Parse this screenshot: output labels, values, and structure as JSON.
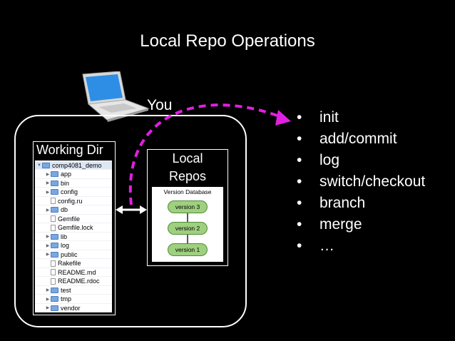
{
  "slide": {
    "title": "Local Repo Operations"
  },
  "user": {
    "label": "You",
    "icon": "laptop-icon"
  },
  "working_dir": {
    "title": "Working Dir",
    "tree": [
      {
        "name": "comp4081_demo",
        "type": "folder",
        "expanded": true,
        "depth": 0,
        "selected": true
      },
      {
        "name": "app",
        "type": "folder",
        "expanded": false,
        "depth": 1
      },
      {
        "name": "bin",
        "type": "folder",
        "expanded": false,
        "depth": 1
      },
      {
        "name": "config",
        "type": "folder",
        "expanded": false,
        "depth": 1
      },
      {
        "name": "config.ru",
        "type": "file",
        "depth": 1
      },
      {
        "name": "db",
        "type": "folder",
        "expanded": false,
        "depth": 1
      },
      {
        "name": "Gemfile",
        "type": "file",
        "depth": 1
      },
      {
        "name": "Gemfile.lock",
        "type": "file",
        "depth": 1
      },
      {
        "name": "lib",
        "type": "folder",
        "expanded": false,
        "depth": 1
      },
      {
        "name": "log",
        "type": "folder",
        "expanded": false,
        "depth": 1
      },
      {
        "name": "public",
        "type": "folder",
        "expanded": false,
        "depth": 1
      },
      {
        "name": "Rakefile",
        "type": "file",
        "depth": 1
      },
      {
        "name": "README.md",
        "type": "file",
        "depth": 1
      },
      {
        "name": "README.rdoc",
        "type": "file",
        "depth": 1
      },
      {
        "name": "test",
        "type": "folder",
        "expanded": false,
        "depth": 1
      },
      {
        "name": "tmp",
        "type": "folder",
        "expanded": false,
        "depth": 1
      },
      {
        "name": "vendor",
        "type": "folder",
        "expanded": false,
        "depth": 1
      }
    ]
  },
  "local_repos": {
    "title_line1": "Local",
    "title_line2": "Repos",
    "db_title": "Version Database",
    "versions": [
      "version 3",
      "version 2",
      "version 1"
    ]
  },
  "operations": [
    "init",
    "add/commit",
    "log",
    "switch/checkout",
    "branch",
    "merge",
    "…"
  ],
  "bullet_char": "•",
  "colors": {
    "background": "#000000",
    "foreground": "#ffffff",
    "arrow": "#e020e0",
    "version_fill": "#9ed07f"
  }
}
